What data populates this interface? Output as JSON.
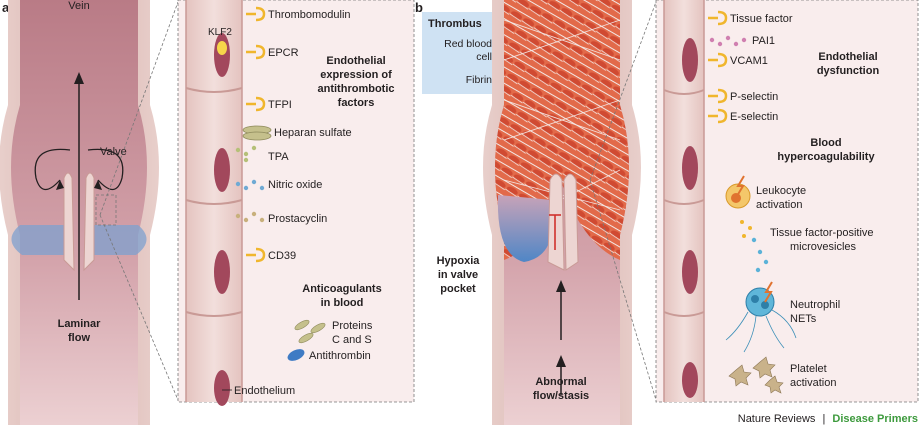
{
  "panel_a": {
    "letter": "a",
    "vein_label": "Vein",
    "valve_label": "Valve",
    "flow_label_1": "Laminar",
    "flow_label_2": "flow",
    "cells": {
      "klf2": "KLF2",
      "endothelium": "Endothelium"
    },
    "factors": {
      "thrombomodulin": "Thrombomodulin",
      "epcr": "EPCR",
      "tfpi": "TFPI",
      "heparan_sulfate": "Heparan sulfate",
      "tpa": "TPA",
      "nitric_oxide": "Nitric oxide",
      "prostacyclin": "Prostacyclin",
      "cd39": "CD39"
    },
    "heading_1": "Endothelial",
    "heading_2": "expression of",
    "heading_3": "antithrombotic",
    "heading_4": "factors",
    "anticoag_1": "Anticoagulants",
    "anticoag_2": "in blood",
    "proteins_1": "Proteins",
    "proteins_2": "C and S",
    "antithrombin": "Antithrombin"
  },
  "panel_b": {
    "letter": "b",
    "thrombus_title": "Thrombus",
    "rbc_1": "Red blood",
    "rbc_2": "cell",
    "fibrin": "Fibrin",
    "hypoxia_1": "Hypoxia",
    "hypoxia_2": "in valve",
    "hypoxia_3": "pocket",
    "abnormal_1": "Abnormal",
    "abnormal_2": "flow/stasis",
    "tissue_factor": "Tissue factor",
    "pai1": "PAI1",
    "vcam1": "VCAM1",
    "dysfunction_1": "Endothelial",
    "dysfunction_2": "dysfunction",
    "p_selectin": "P-selectin",
    "e_selectin": "E-selectin",
    "hyper_1": "Blood",
    "hyper_2": "hypercoagulability",
    "leukocyte_1": "Leukocyte",
    "leukocyte_2": "activation",
    "tf_micro_1": "Tissue factor-positive",
    "tf_micro_2": "microvesicles",
    "neutrophil_1": "Neutrophil",
    "neutrophil_2": "NETs",
    "platelet_1": "Platelet",
    "platelet_2": "activation"
  },
  "credit": {
    "journal": "Nature Reviews",
    "separator": "|",
    "series": "Disease Primers"
  },
  "colors": {
    "vessel_wall": "#e3c4c0",
    "vessel_wall_dark": "#c99a96",
    "lumen": "#c48a93",
    "lumen_light": "#e2c1c4",
    "cell_fill": "#eed7d4",
    "nucleus": "#a2485c",
    "receptor": "#f0b62d",
    "thrombus_red": "#e25c3d",
    "hypoxia_blue": "#5288c8",
    "thrombus_box": "#cfe2f3",
    "accent_green": "#3d9a3d",
    "dashed_line": "#777777"
  }
}
